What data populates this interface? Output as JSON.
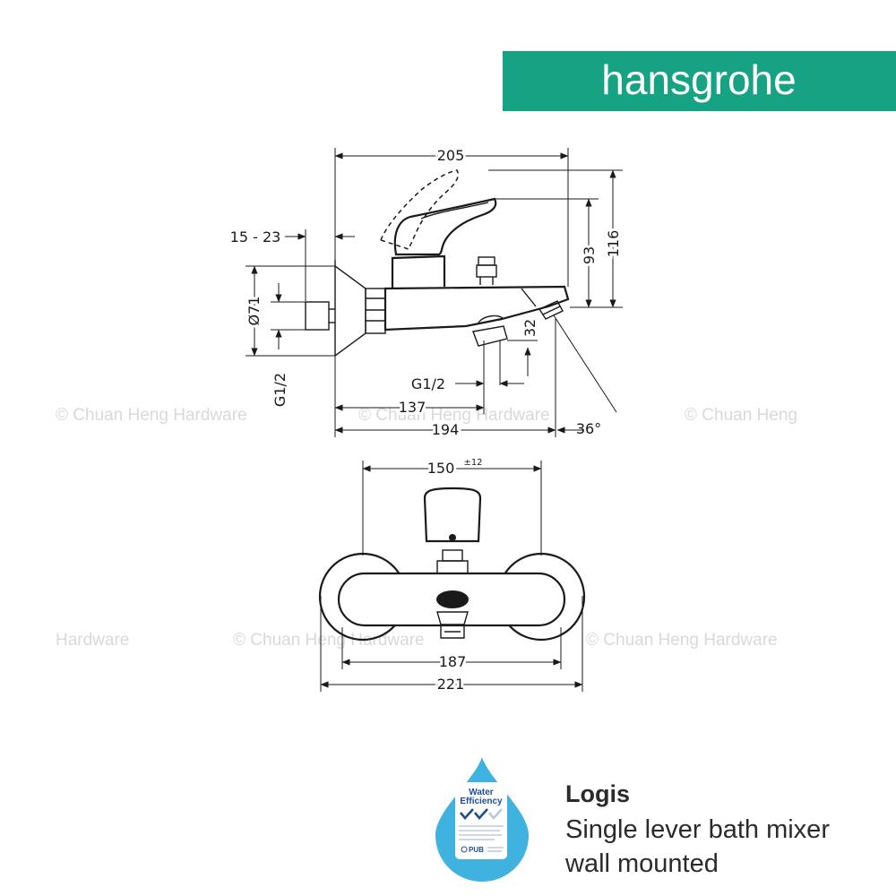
{
  "brand": {
    "name": "hansgrohe",
    "bar_color": "#16a383"
  },
  "watermarks": [
    "© Chuan Heng Hardware",
    "© Chuan Heng Hardware",
    "© Chuan Heng",
    "Hardware",
    "© Chuan Heng Hardware",
    "© Chuan Heng Hardware"
  ],
  "side_view": {
    "dim_205": "205",
    "dim_15_23": "15 - 23",
    "dim_dia71": "Ø71",
    "dim_g12_left": "G1/2",
    "dim_g12_bottom": "G1/2",
    "dim_93": "93",
    "dim_116": "116",
    "dim_32": "32",
    "dim_137": "137",
    "dim_194": "194",
    "dim_angle": "36°"
  },
  "front_view": {
    "dim_150": "150",
    "dim_150_tol": "±12",
    "dim_187": "187",
    "dim_221": "221"
  },
  "badge": {
    "title_line1": "Water",
    "title_line2": "Efficiency",
    "pub": "PUB",
    "drop_color": "#3fb2e0"
  },
  "product": {
    "name": "Logis",
    "desc_line1": "Single lever bath mixer",
    "desc_line2": "wall mounted"
  }
}
